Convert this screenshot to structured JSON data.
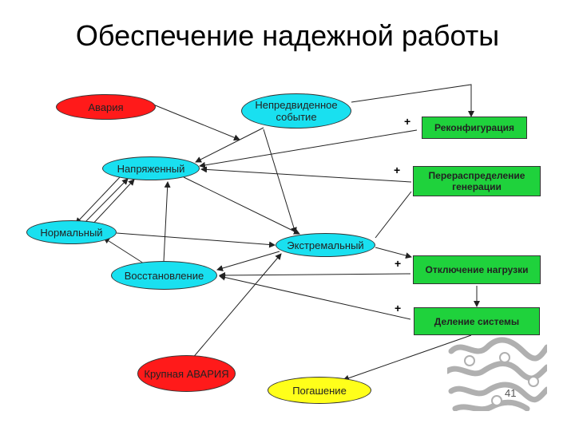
{
  "title": "Обеспечение надежной работы",
  "nodes": {
    "avaria": "Авария",
    "nepredvidennoe": "Непредвиденное событие",
    "napryazhenny": "Напряженный",
    "normalny": "Нормальный",
    "extremalny": "Экстремальный",
    "vosstanovlenie": "Восстановление",
    "krupnaya": "Крупная АВАРИЯ",
    "pogashenie": "Погашение",
    "rekonfiguracia": "Реконфигурация",
    "pereraspredelenie": "Перераспределение генерации",
    "otkluchenie": "Отключение нагрузки",
    "delenie": "Деление системы"
  },
  "plus_sign": "+",
  "page_number": "41",
  "colors": {
    "red": "#ff1a1a",
    "cyan": "#19e0f0",
    "yellow": "#ffff1a",
    "green": "#1fd23c"
  }
}
